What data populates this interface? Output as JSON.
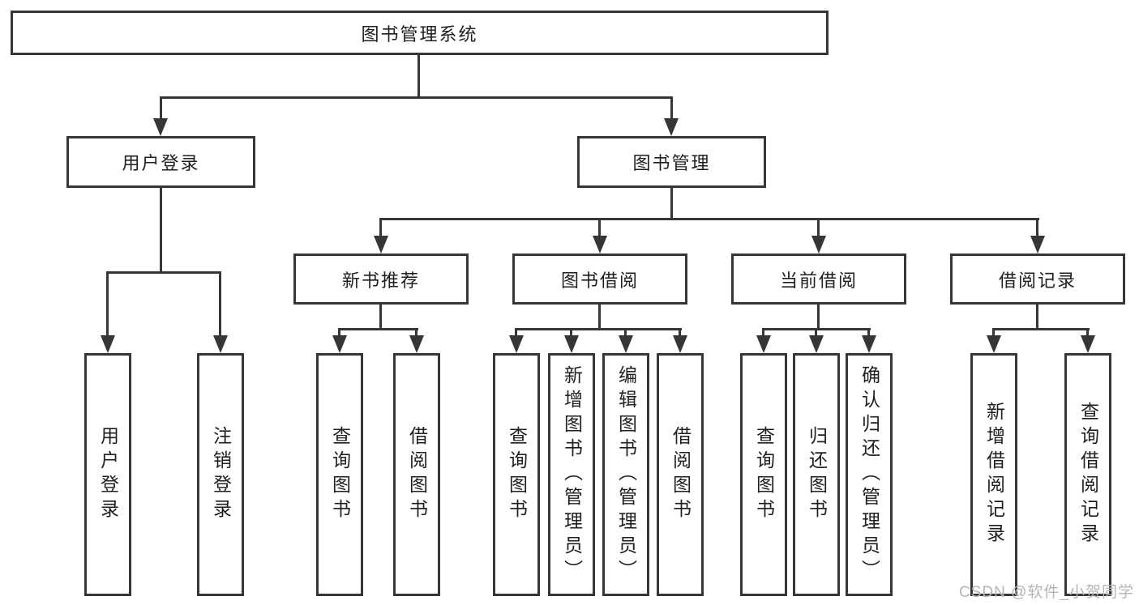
{
  "diagram": {
    "root": {
      "label": "图书管理系统"
    },
    "branches": [
      {
        "label": "用户登录",
        "leaves": [
          {
            "label": "用户登录"
          },
          {
            "label": "注销登录"
          }
        ]
      },
      {
        "label": "图书管理",
        "groups": [
          {
            "label": "新书推荐",
            "leaves": [
              {
                "label": "查询图书"
              },
              {
                "label": "借阅图书"
              }
            ]
          },
          {
            "label": "图书借阅",
            "leaves": [
              {
                "label": "查询图书"
              },
              {
                "label": "新增图书（管理员）"
              },
              {
                "label": "编辑图书（管理员）"
              },
              {
                "label": "借阅图书"
              }
            ]
          },
          {
            "label": "当前借阅",
            "leaves": [
              {
                "label": "查询图书"
              },
              {
                "label": "归还图书"
              },
              {
                "label": "确认归还（管理员）"
              }
            ]
          },
          {
            "label": "借阅记录",
            "leaves": [
              {
                "label": "新增借阅记录"
              },
              {
                "label": "查询借阅记录"
              }
            ]
          }
        ]
      }
    ]
  },
  "watermark": {
    "text": "CSDN @软件_小贺同学"
  },
  "colors": {
    "line": "#363636",
    "border": "#363636",
    "text": "#1f1f1f",
    "watermark": "#b5b5b5",
    "background": "#ffffff"
  }
}
